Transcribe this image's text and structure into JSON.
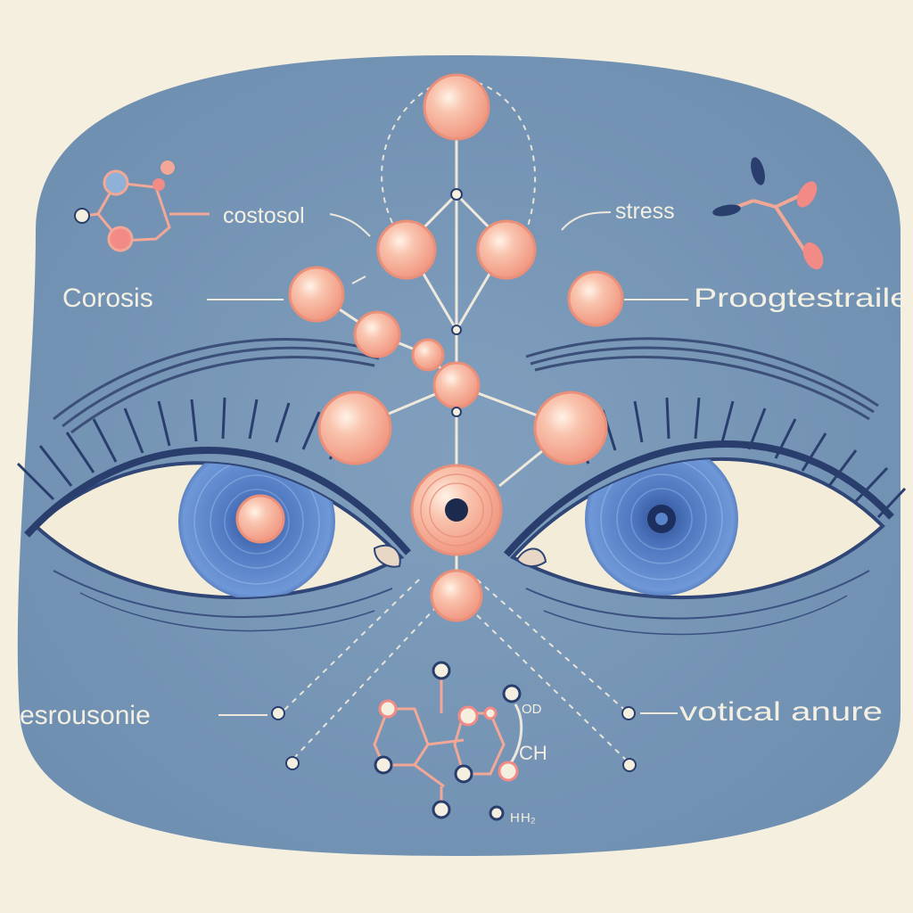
{
  "labels": {
    "costosol": "costosol",
    "stress": "stress",
    "corosis": "Corosis",
    "proogtestraile": "Proogtestraile",
    "esrousonie": "esrousonie",
    "votical_anure": "votical anure"
  },
  "chem_text": {
    "od": "OD",
    "ch": "CH",
    "h": "H",
    "h2": "H₂"
  },
  "icons": [
    "eye-icon",
    "molecule-icon"
  ],
  "colors": {
    "background": "#f4efdf",
    "face": "#7b99b8",
    "node": "#f7b9a3",
    "node_stroke": "#e98f7a",
    "iris": "#5b86c9",
    "label_text": "#f3efe2"
  }
}
